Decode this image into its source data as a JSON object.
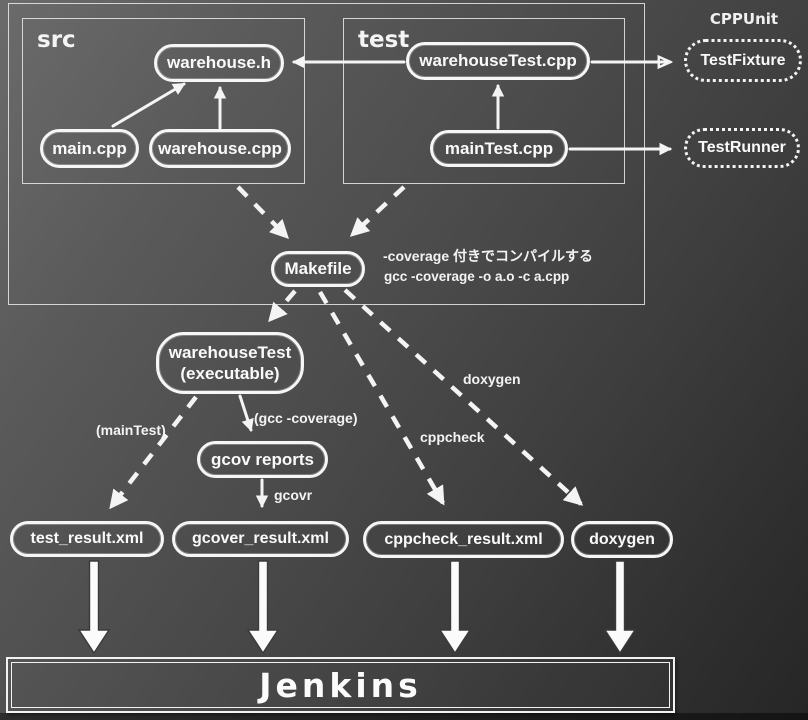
{
  "boxes": {
    "src": {
      "label": "src"
    },
    "test": {
      "label": "test"
    }
  },
  "nodes": {
    "warehouse_h": {
      "label": "warehouse.h"
    },
    "main_cpp": {
      "label": "main.cpp"
    },
    "warehouse_cpp": {
      "label": "warehouse.cpp"
    },
    "warehouseTest_cpp": {
      "label": "warehouseTest.cpp"
    },
    "mainTest_cpp": {
      "label": "mainTest.cpp"
    },
    "test_fixture": {
      "label": "TestFixture"
    },
    "test_runner": {
      "label": "TestRunner"
    },
    "makefile": {
      "label": "Makefile"
    },
    "warehouseTest_exe": {
      "line1": "warehouseTest",
      "line2": "(executable)"
    },
    "gcov_reports": {
      "label": "gcov reports"
    },
    "test_result": {
      "label": "test_result.xml"
    },
    "gcover_result": {
      "label": "gcover_result.xml"
    },
    "cppcheck_result": {
      "label": "cppcheck_result.xml"
    },
    "doxygen_output": {
      "label": "doxygen"
    },
    "jenkins": {
      "label": "Jenkins"
    }
  },
  "annotations": {
    "cppunit": "CPPUnit",
    "makefile_note_line1": "-coverage 付きでコンパイルする",
    "makefile_note_line2": "gcc -coverage -o a.o -c a.cpp",
    "maintest": "(mainTest)",
    "gcc_coverage": "(gcc -coverage)",
    "gcovr": "gcovr",
    "cppcheck": "cppcheck",
    "doxygen": "doxygen"
  },
  "colors": {
    "background_light": "#6b6b6b",
    "background_dark": "#262626",
    "stroke_white": "#f6f6f6"
  }
}
